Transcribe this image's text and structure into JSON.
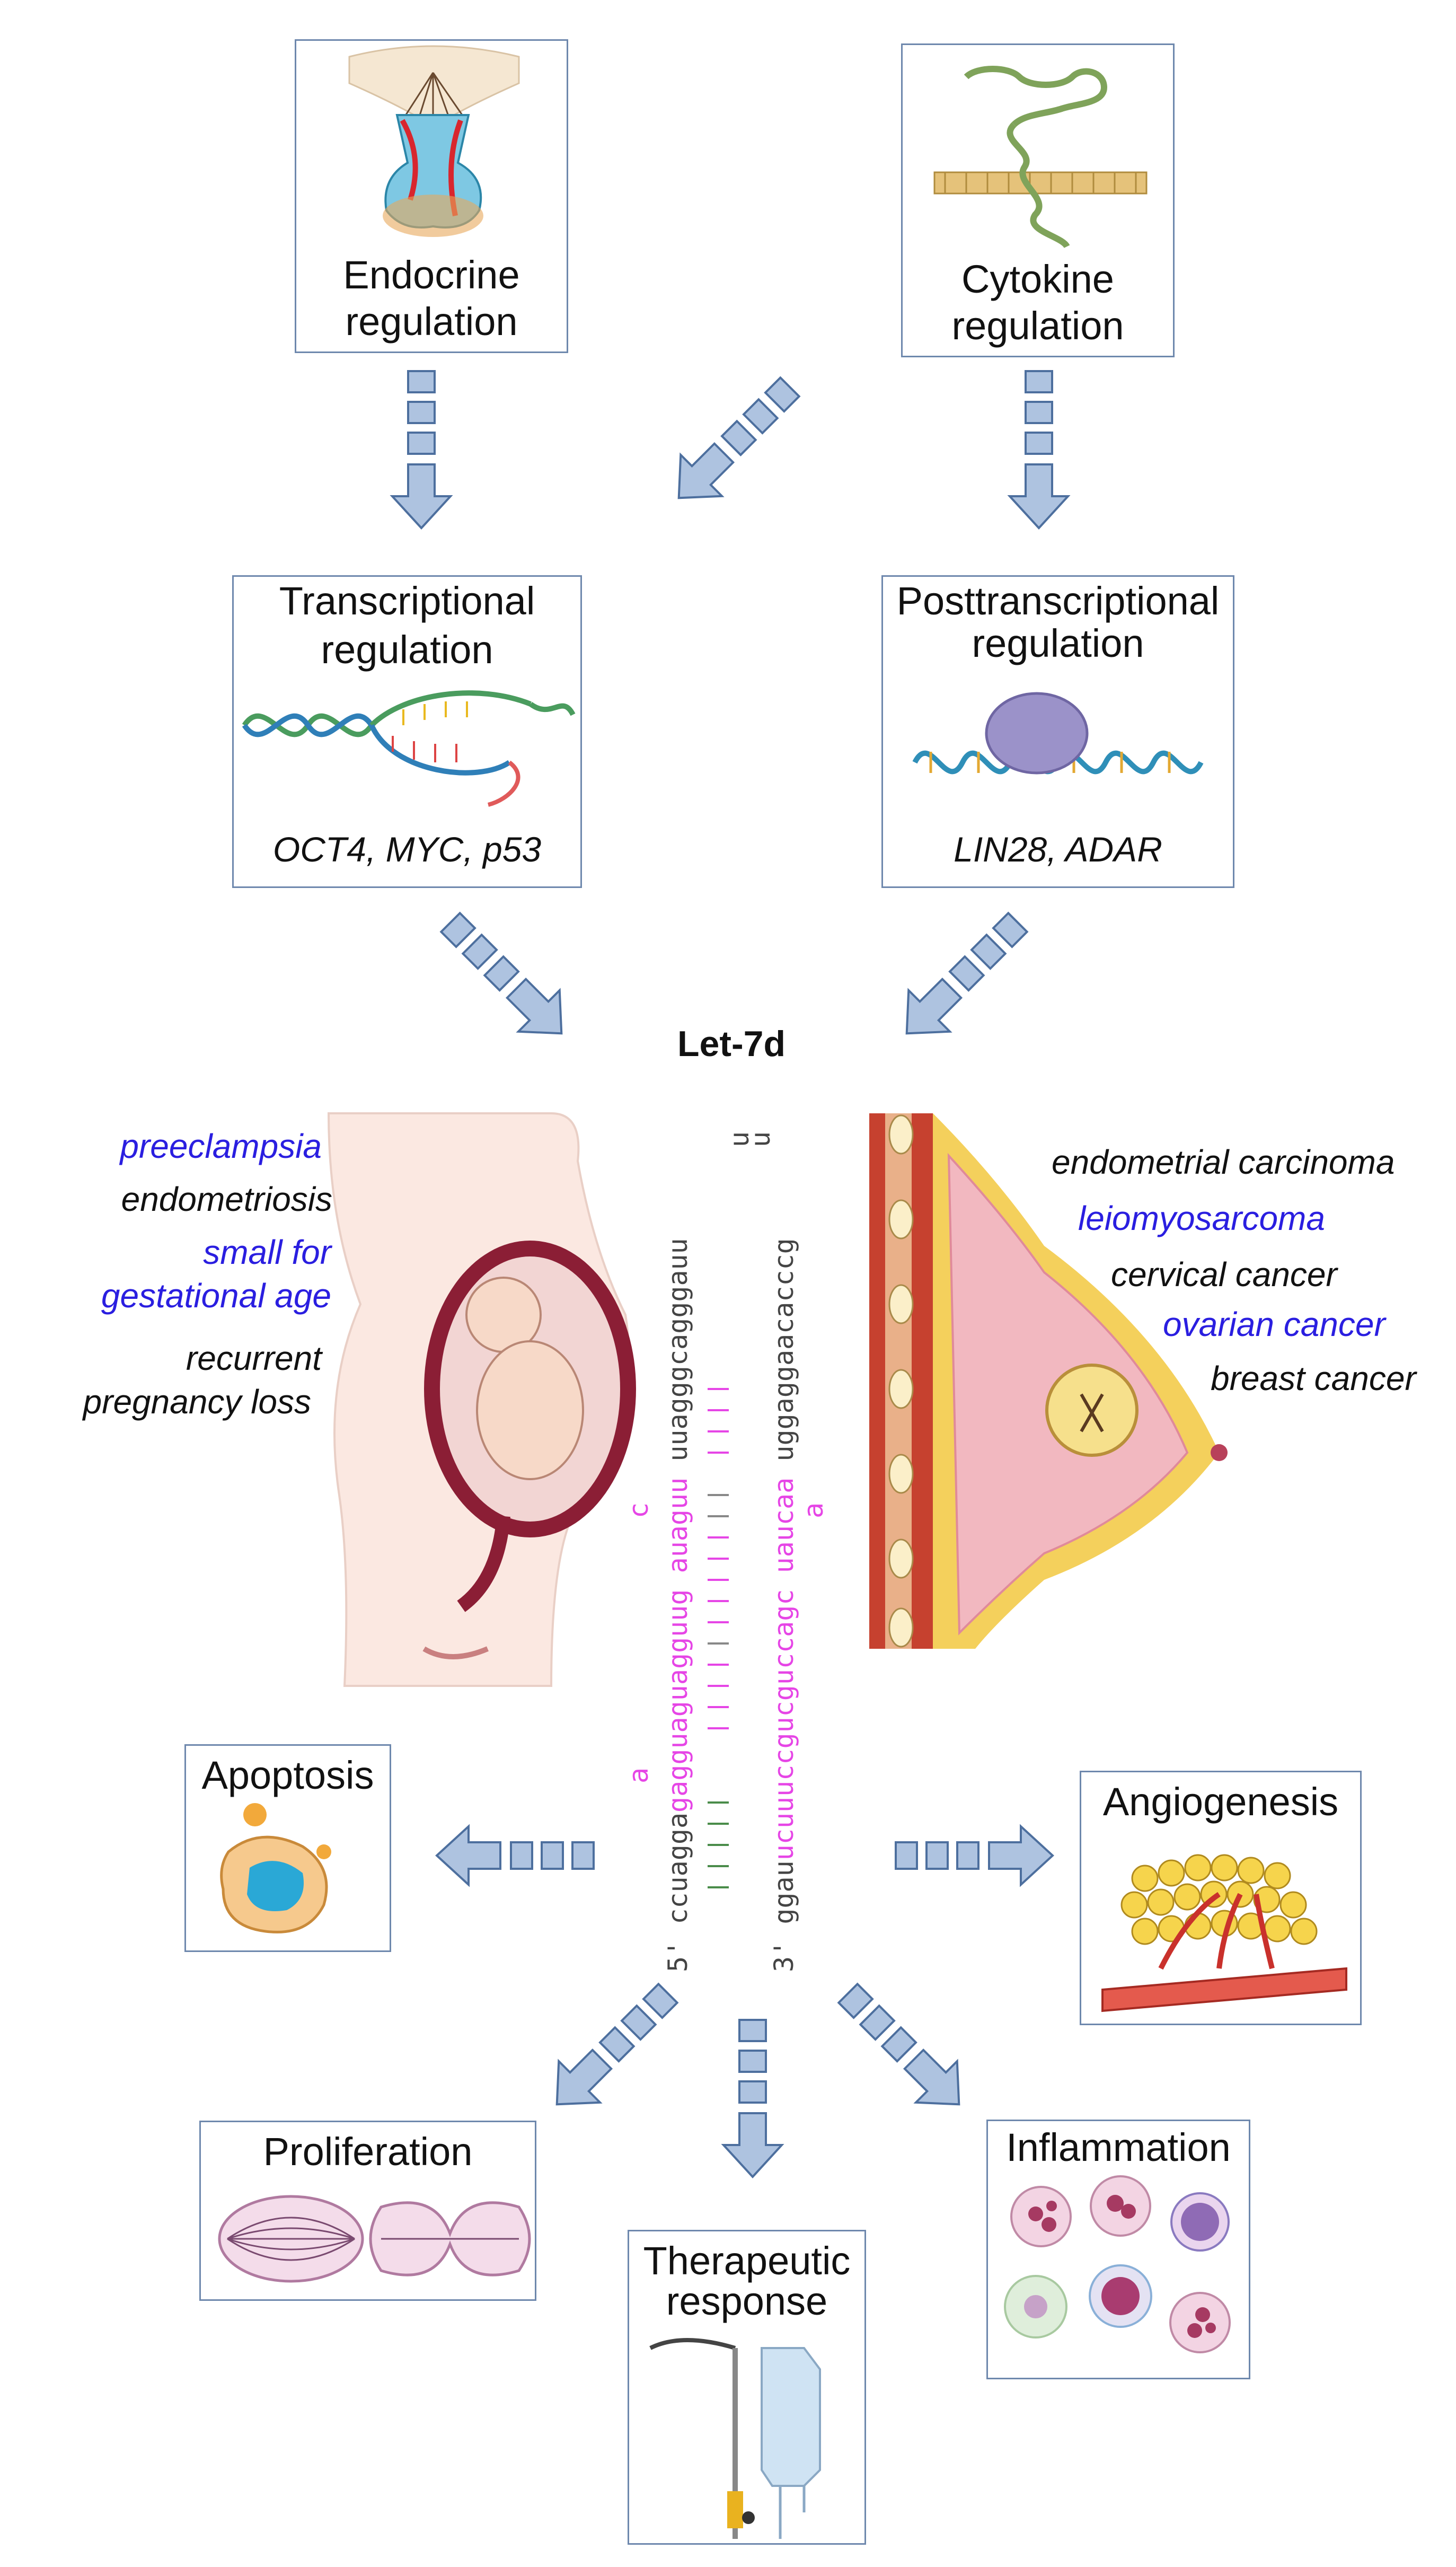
{
  "top": {
    "endocrine": {
      "line1": "Endocrine",
      "line2": "regulation"
    },
    "cytokine": {
      "line1": "Cytokine",
      "line2": "regulation"
    }
  },
  "middle": {
    "transcriptional": {
      "line1": "Transcriptional",
      "line2": "regulation",
      "genes": "OCT4, MYC, p53"
    },
    "posttranscriptional": {
      "line1": "Posttranscriptional",
      "line2": "regulation",
      "genes": "LIN28, ADAR"
    }
  },
  "center": {
    "title": "Let-7d"
  },
  "pregnancy_conditions": [
    {
      "text": "preeclampsia",
      "color": "#2a1ee0"
    },
    {
      "text": "endometriosis",
      "color": "#111111"
    },
    {
      "text": "small for",
      "color": "#2a1ee0"
    },
    {
      "text": "gestational age",
      "color": "#2a1ee0"
    },
    {
      "text": "recurrent",
      "color": "#111111"
    },
    {
      "text": "pregnancy loss",
      "color": "#111111"
    }
  ],
  "cancers": [
    {
      "text": "endometrial carcinoma",
      "color": "#111111"
    },
    {
      "text": "leiomyosarcoma",
      "color": "#2a1ee0"
    },
    {
      "text": "cervical cancer",
      "color": "#111111"
    },
    {
      "text": "ovarian cancer",
      "color": "#2a1ee0"
    },
    {
      "text": "breast cancer",
      "color": "#111111"
    }
  ],
  "hairpin": {
    "col1": "ccuagga",
    "col1_pink": "gagguaguagguug",
    "col2": "ggau",
    "col2_pink": "ucuuuccgucguccagc",
    "loop_top": "uuagggcagggauu",
    "loop_bottom": "uggaggaacacccg",
    "pink_tail1": "auaguu",
    "pink_tail2": "uaucaa",
    "bulge_a1": "a",
    "bulge_c": "c",
    "bulge_a2": "a",
    "loop_u1": "u",
    "loop_u2": "u",
    "end5": "5'",
    "end3": "3'"
  },
  "outcomes": {
    "apoptosis": "Apoptosis",
    "angiogenesis": "Angiogenesis",
    "proliferation": "Proliferation",
    "therapeutic": {
      "line1": "Therapeutic",
      "line2": "response"
    },
    "inflammation": "Inflammation"
  },
  "colors": {
    "arrow_fill": "#aec3e0",
    "arrow_stroke": "#4d6f9e",
    "box_border": "#6e88ad",
    "pink": "#e645e6",
    "blue_text": "#2a1ee0"
  }
}
